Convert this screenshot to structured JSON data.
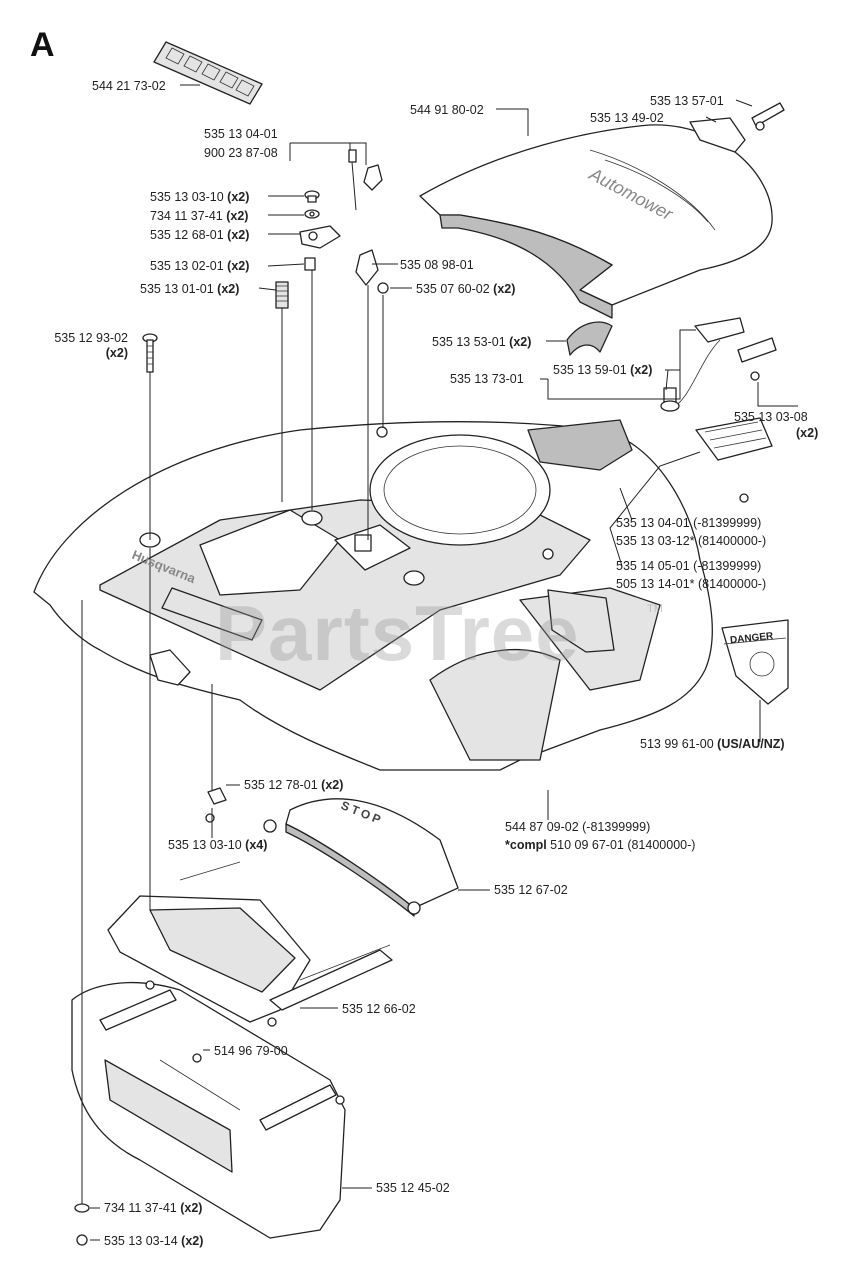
{
  "section": "A",
  "watermark": "PartsTree",
  "watermark_tm": "TM",
  "brand_text": "Husqvarna",
  "stop_text": "STOP",
  "danger_text": "DANGER",
  "labels": {
    "p544_21_73_02": "544 21 73-02",
    "p544_91_80_02": "544 91 80-02",
    "p535_13_57_01": "535 13 57-01",
    "p535_13_49_02": "535 13 49-02",
    "p535_13_04_01_top": "535 13 04-01",
    "p900_23_87_08": "900 23 87-08",
    "p535_13_03_10": "535 13 03-10",
    "p734_11_37_41_top": "734 11 37-41",
    "p535_12_68_01": "535 12 68-01",
    "p535_13_02_01": "535 13 02-01",
    "p535_08_98_01": "535 08 98-01",
    "p535_13_01_01": "535 13 01-01",
    "p535_07_60_02": "535 07 60-02",
    "p535_12_93_02": "535 12 93-02",
    "p535_13_53_01": "535 13 53-01",
    "p535_13_59_01": "535 13 59-01",
    "p535_13_73_01": "535 13 73-01",
    "p535_13_03_08": "535 13 03-08",
    "p535_13_04_01_mid": "535 13 04-01 (-81399999)",
    "p535_13_03_12": "535 13 03-12* (81400000-)",
    "p535_14_05_01": "535 14 05-01 (-81399999)",
    "p505_13_14_01": "505 13 14-01* (81400000-)",
    "p513_99_61_00": "513 99 61-00",
    "p513_region": "(US/AU/NZ)",
    "p535_12_78_01": "535 12 78-01",
    "p535_13_03_10_x4": "535 13 03-10",
    "p544_87_09_02": "544 87 09-02 (-81399999)",
    "compl_prefix": "*compl",
    "compl_rest": "510 09 67-01 (81400000-)",
    "p535_12_67_02": "535 12 67-02",
    "p535_12_66_02": "535 12 66-02",
    "p514_96_79_00": "514 96 79-00",
    "p535_12_45_02": "535 12 45-02",
    "p734_11_37_41_bottom": "734 11 37-41",
    "p535_13_03_14": "535 13 03-14"
  },
  "quantities": {
    "x2": "(x2)",
    "x4": "(x4)"
  }
}
